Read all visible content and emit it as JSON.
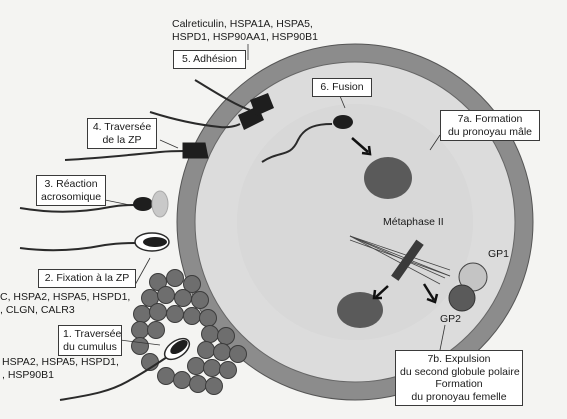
{
  "steps": {
    "s1": {
      "l1": "1. Traversée",
      "l2": "du cumulus"
    },
    "s2": "2. Fixation à la ZP",
    "s3": {
      "l1": "3. Réaction",
      "l2": "acrosomique"
    },
    "s4": {
      "l1": "4. Traversée",
      "l2": "de la ZP"
    },
    "s5": "5. Adhésion",
    "s6": "6. Fusion",
    "s7a": {
      "l1": "7a. Formation",
      "l2": "du pronoyau mâle"
    },
    "s7b": {
      "l1": "7b. Expulsion",
      "l2": "du second globule polaire",
      "l3": "Formation",
      "l4": "du pronoyau femelle"
    }
  },
  "proteins": {
    "top": {
      "l1": "Calreticulin, HSPA1A, HSPA5,",
      "l2": "HSPD1, HSP90AA1, HSP90B1"
    },
    "mid": {
      "l1": "C, HSPA2, HSPA5, HSPD1,",
      "l2": ", CLGN, CALR3"
    },
    "bottom": {
      "l1": "HSPA2, HSPA5, HSPD1,",
      "l2": ", HSP90B1"
    }
  },
  "labels": {
    "metaphase": "Métaphase II",
    "gp1": "GP1",
    "gp2": "GP2"
  },
  "colors": {
    "zona": "#8c8c8c",
    "oocyte": "#dcdcdc",
    "nucleus": "#5a5a5a",
    "cumulus": "#6e6e6e",
    "gp1": "#c4c4c4"
  }
}
